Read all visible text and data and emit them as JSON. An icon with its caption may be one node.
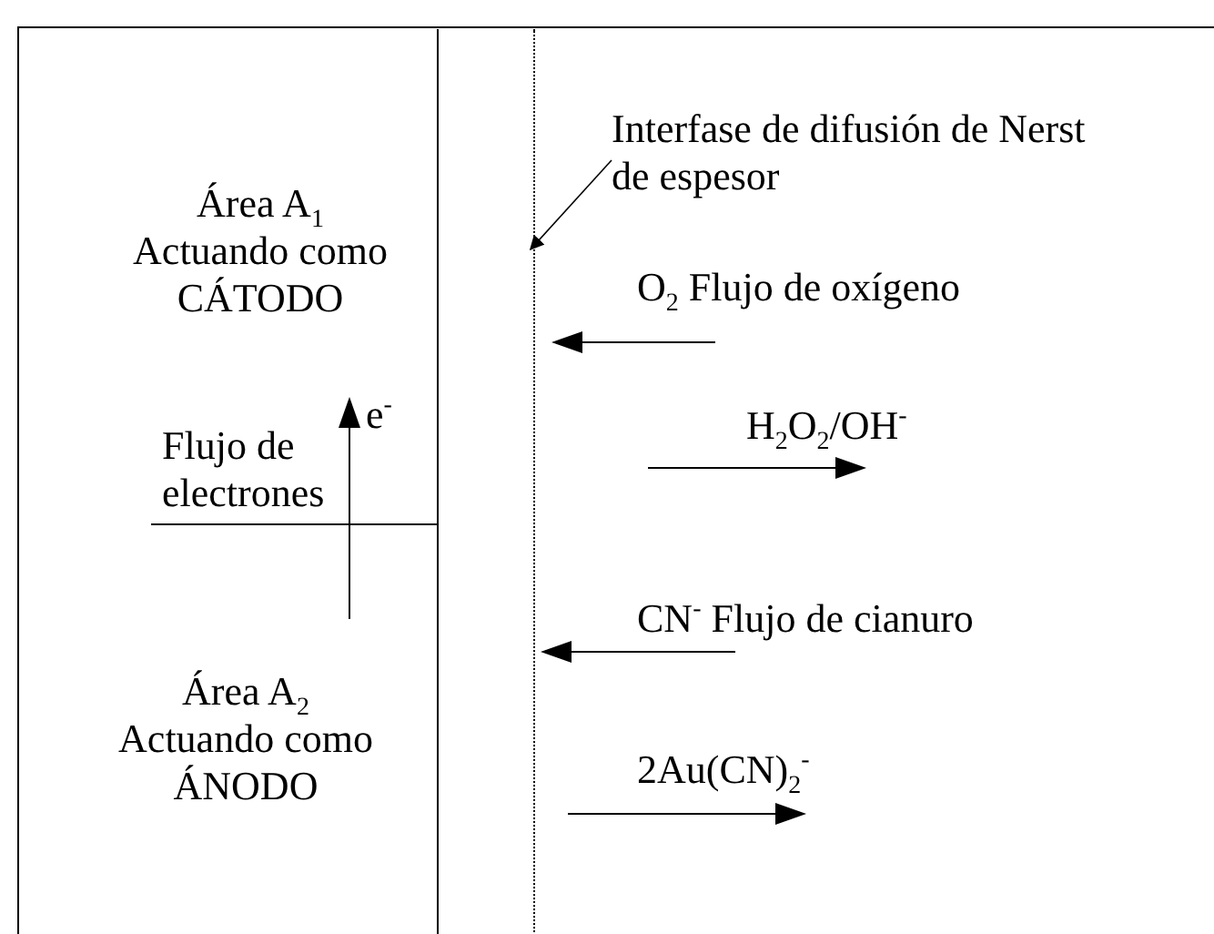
{
  "diagram": {
    "nodes": [
      {
        "text": [
          "Interfase de difusión de Nerst de espesor"
        ]
      },
      {
        "text": [],
        "shape": "box"
      }
    ],
    "edges": [
      {
        "from": 0,
        "to": 1,
        "arrow": "to"
      }
    ],
    "labels": [
      "Área A$_{1}$ Actuando como CÁTODO",
      "O$_{2}$ Flujo de oxígeno",
      "e$^{-}$",
      "Flujo de electrones",
      "H$_{2}$O$_{2}$/OH$^{-}$",
      "CN$^{-}$ Flujo de cianuro",
      "Área A$_{2}$ Actuando como ÁNODO",
      "2Au(CN)$_{2}$$^{-}$"
    ]
  }
}
